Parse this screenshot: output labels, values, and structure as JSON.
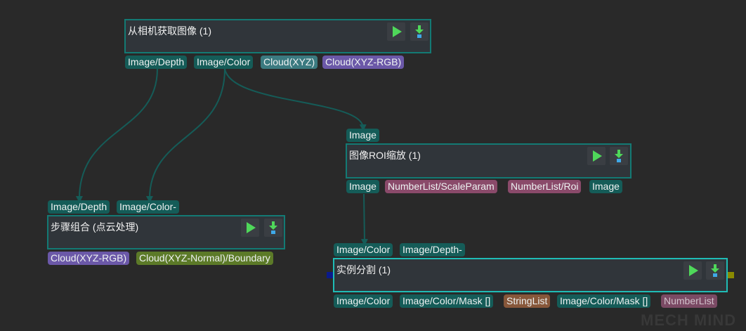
{
  "nodes": {
    "capture": {
      "title": "从相机获取图像 (1)",
      "outputs": [
        "Image/Depth",
        "Image/Color",
        "Cloud(XYZ)",
        "Cloud(XYZ-RGB)"
      ]
    },
    "roi_scale": {
      "title": "图像ROI缩放 (1)",
      "inputs": [
        "Image"
      ],
      "outputs": [
        "Image",
        "NumberList/ScaleParam",
        "NumberList/Roi",
        "Image"
      ]
    },
    "step_group": {
      "title": "步骤组合 (点云处理)",
      "inputs": [
        "Image/Depth",
        "Image/Color-"
      ],
      "outputs": [
        "Cloud(XYZ-RGB)",
        "Cloud(XYZ-Normal)/Boundary"
      ]
    },
    "instance_seg": {
      "title": "实例分割 (1)",
      "inputs": [
        "Image/Color",
        "Image/Depth-"
      ],
      "outputs": [
        "Image/Color",
        "Image/Color/Mask []",
        "StringList",
        "Image/Color/Mask []",
        "NumberList"
      ]
    }
  },
  "buttons": {
    "run_icon": "play-icon",
    "download_icon": "download-icon"
  },
  "watermark": "MECH MIND",
  "colors": {
    "background": "#292929",
    "node_bg": "#30353a",
    "node_border": "#137a74",
    "node_border_selected": "#1fbcb6",
    "wire": "#155c58",
    "port_image": "#155c58",
    "port_cloud": "#3b7a80",
    "port_cloud_rgb": "#6b58a8",
    "port_numberlist": "#8a4a6a",
    "port_normal": "#5c7a28",
    "port_stringlist": "#87573a",
    "play": "#4fd85a"
  }
}
